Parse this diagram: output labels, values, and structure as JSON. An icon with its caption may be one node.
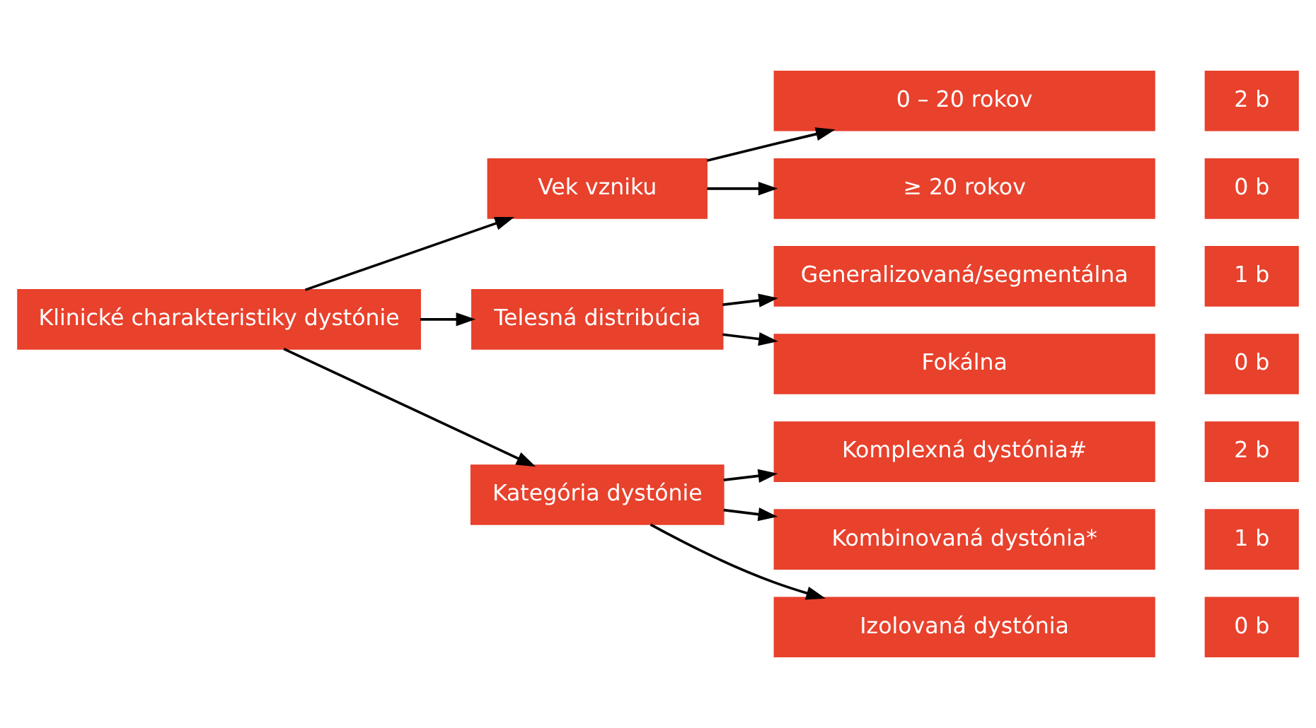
{
  "diagram": {
    "nodes": [
      {
        "text": [
          "Klinické charakteristiky dystónie"
        ]
      },
      {
        "text": [
          "Vek vzniku"
        ]
      },
      {
        "text": [
          "Telesná distribúcia"
        ]
      },
      {
        "text": [
          "Kategória dystónie"
        ]
      },
      {
        "text": [
          "0 – 20 rokov"
        ]
      },
      {
        "text": [
          "≥ 20 rokov"
        ]
      },
      {
        "text": [
          "Generalizovaná/segmentálna"
        ]
      },
      {
        "text": [
          "Fokálna"
        ]
      },
      {
        "text": [
          "Komplexná dystónia#"
        ]
      },
      {
        "text": [
          "Kombinovaná dystónia*"
        ]
      },
      {
        "text": [
          "Izolovaná dystónia"
        ]
      },
      {
        "text": [
          "2 b"
        ]
      },
      {
        "text": [
          "0 b"
        ]
      },
      {
        "text": [
          "1 b"
        ]
      },
      {
        "text": [
          "0 b"
        ]
      },
      {
        "text": [
          "2 b"
        ]
      },
      {
        "text": [
          "1 b"
        ]
      },
      {
        "text": [
          "0 b"
        ]
      }
    ],
    "edges": [
      {
        "from": 0,
        "to": 1,
        "arrow": "to"
      },
      {
        "from": 0,
        "to": 2,
        "arrow": "to"
      },
      {
        "from": 0,
        "to": 3,
        "arrow": "to"
      },
      {
        "from": 1,
        "to": 4,
        "arrow": "to"
      },
      {
        "from": 1,
        "to": 5,
        "arrow": "to"
      },
      {
        "from": 2,
        "to": 6,
        "arrow": "to"
      },
      {
        "from": 2,
        "to": 7,
        "arrow": "to"
      },
      {
        "from": 3,
        "to": 8,
        "arrow": "to"
      },
      {
        "from": 3,
        "to": 9,
        "arrow": "to"
      },
      {
        "from": 3,
        "to": 10,
        "arrow": "to"
      }
    ]
  }
}
